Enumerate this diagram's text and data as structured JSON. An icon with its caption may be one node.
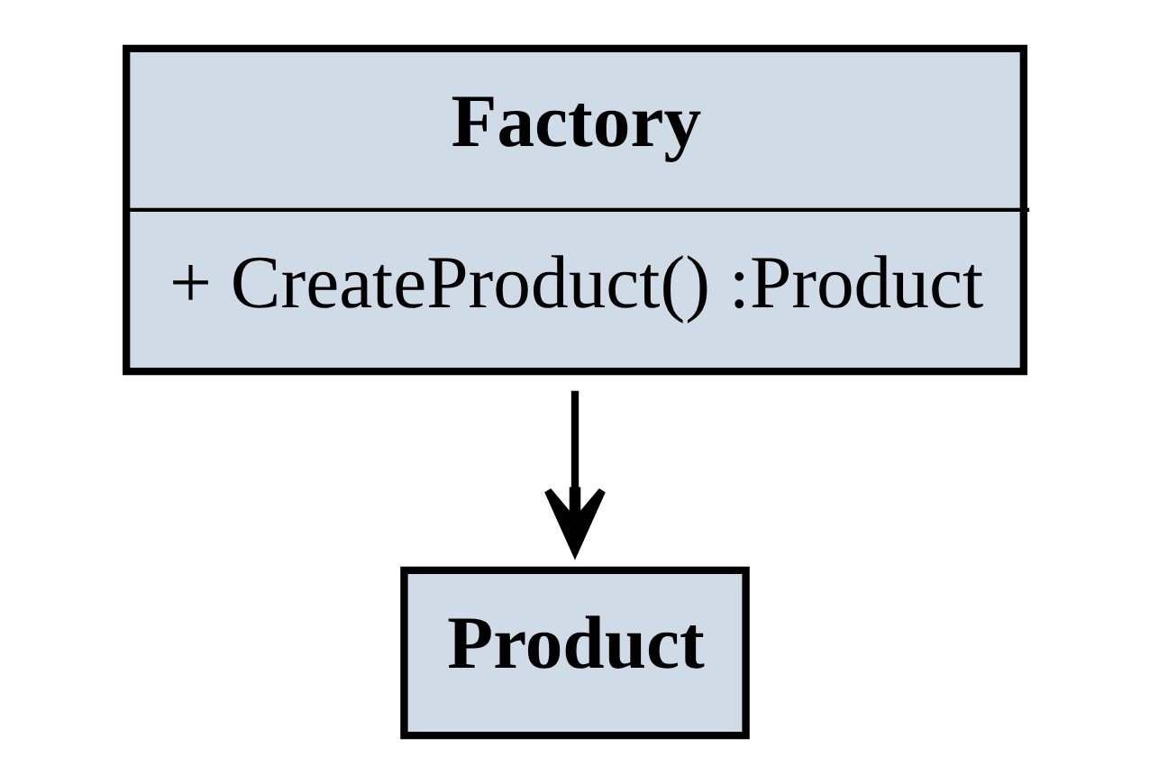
{
  "diagram": {
    "nodes": [
      {
        "text": [
          "Factory",
          "+ CreateProduct() :Product"
        ]
      },
      {
        "text": [
          "Product"
        ]
      }
    ],
    "edges": [
      {
        "from": 0,
        "to": 1,
        "arrow": "to"
      }
    ]
  }
}
